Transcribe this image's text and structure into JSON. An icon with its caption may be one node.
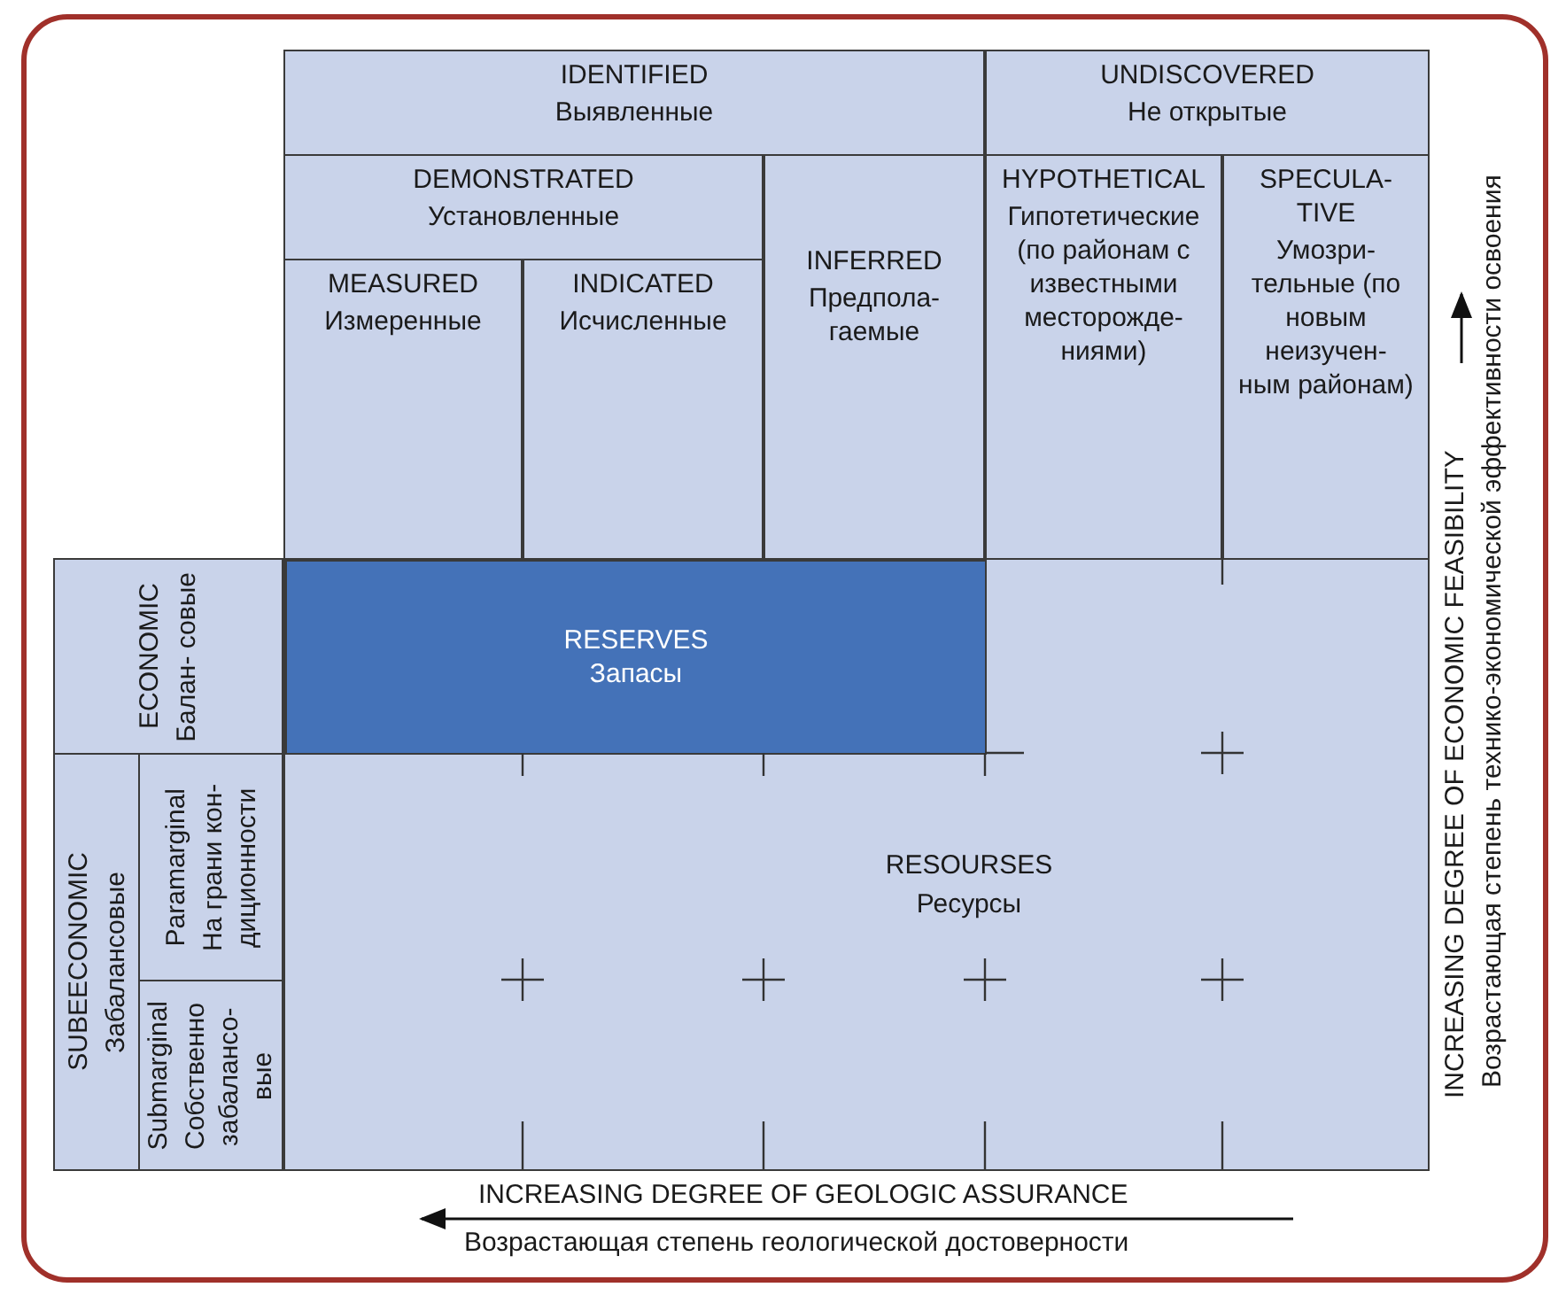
{
  "diagram": {
    "nodes": [
      {
        "text": [
          "IDENTIFIED",
          "Выявленные"
        ]
      },
      {
        "text": [
          "UNDISCOVERED",
          "Не открытые"
        ]
      },
      {
        "text": [
          "DEMONSTRATED",
          "Установленные"
        ]
      },
      {
        "text": [
          "INFERRED",
          "Предпола- гаемые"
        ]
      },
      {
        "text": [
          "HYPOTHETICAL",
          "Гипотетические (по районам с известными месторожде- ниями)"
        ]
      },
      {
        "text": [
          "SPECULA- TIVE",
          "Умозри- тельные (по новым неизучен- ным районам)"
        ]
      },
      {
        "text": [
          "MEASURED",
          "Измеренные"
        ]
      },
      {
        "text": [
          "INDICATED",
          "Исчисленные"
        ]
      },
      {
        "text": [
          "ECONOMIC",
          "Балан- совые"
        ]
      },
      {
        "text": [
          "RESOURSES",
          "Ресурсы"
        ]
      },
      {
        "text": [
          "RESERVES",
          "Запасы"
        ],
        "in": 9
      },
      {
        "text": [
          "SUBEECONOMIC",
          "Забалансовые"
        ]
      },
      {
        "text": [
          "Paramarginal",
          "На грани кон- диционности"
        ]
      },
      {
        "text": [
          "Submarginal",
          "Собственно забалансо- вые"
        ]
      }
    ],
    "labels": [
      "INCREASING DEGREE OF ECONOMIC FEASIBILITY",
      "Возрастающая степень технико-экономической эффективности освоения",
      "INCREASING DEGREE OF GEOLOGIC ASSURANCE",
      "Возрастающая степень геологической достоверности"
    ]
  }
}
